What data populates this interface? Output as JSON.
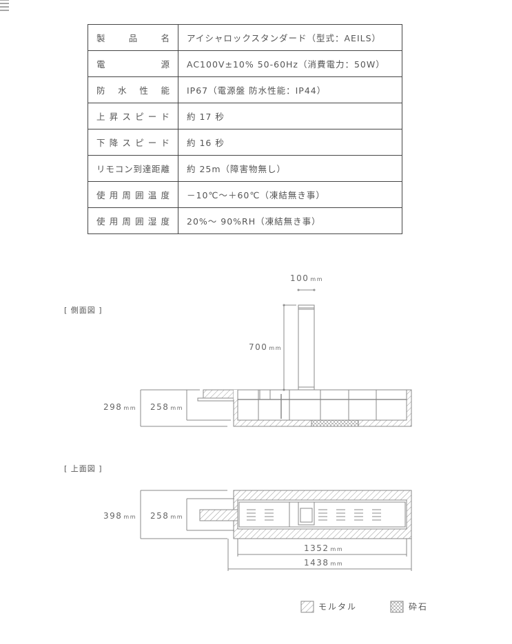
{
  "spec_table": {
    "rows": [
      {
        "label": "製品名",
        "value": "アイシャロックスタンダード（型式：AEILS）"
      },
      {
        "label": "電源",
        "value": "AC100V±10% 50-60Hz（消費電力：50W）"
      },
      {
        "label": "防水性能",
        "value": "IP67（電源盤 防水性能：IP44）"
      },
      {
        "label": "上昇スピード",
        "value": "約 17 秒"
      },
      {
        "label": "下降スピード",
        "value": "約 16 秒"
      },
      {
        "label": "リモコン到達距離",
        "value": "約 25m（障害物無し）"
      },
      {
        "label": "使用周囲温度",
        "value": "－10℃～＋60℃（凍結無き事）"
      },
      {
        "label": "使用周囲湿度",
        "value": "20%～ 90%RH（凍結無き事）"
      }
    ]
  },
  "side_view": {
    "title": "[ 側面図 ]",
    "dim_width": "100",
    "dim_height": "700",
    "dim_total_depth": "298",
    "dim_box_depth": "258",
    "unit": "mm"
  },
  "top_view": {
    "title": "[ 上面図 ]",
    "dim_total_width": "398",
    "dim_box_width": "258",
    "dim_inner_length": "1352",
    "dim_total_length": "1438",
    "unit": "mm"
  },
  "legend": {
    "mortar": "モルタル",
    "gravel": "砕石"
  }
}
